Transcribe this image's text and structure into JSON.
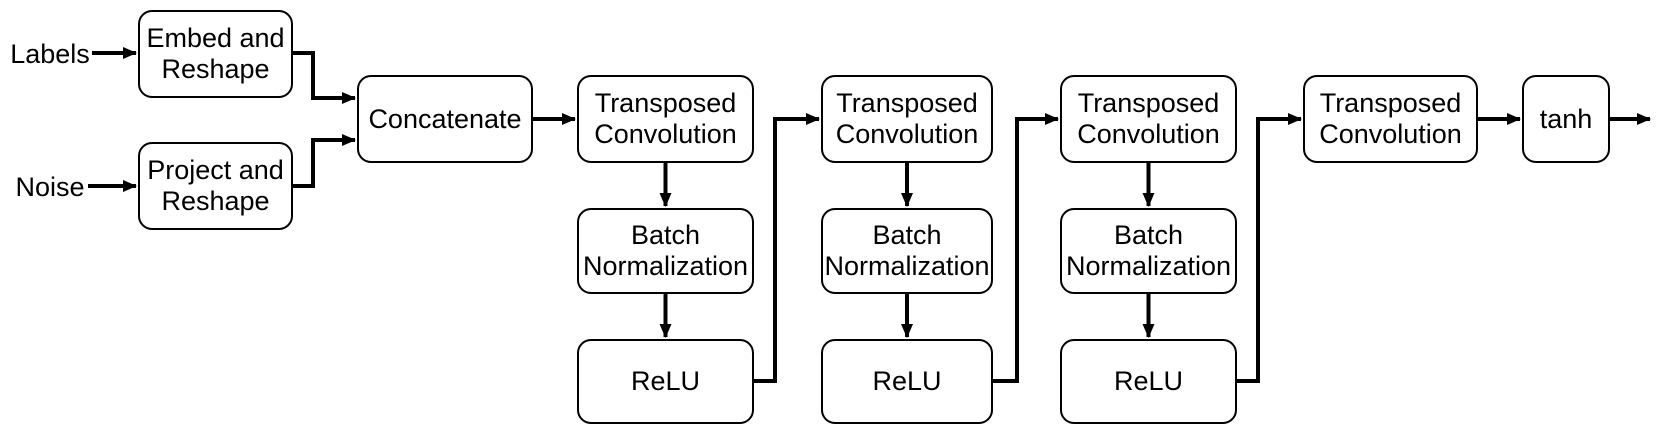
{
  "colors": {
    "background": "#ffffff",
    "stroke": "#000000",
    "text": "#000000",
    "node_fill": "#ffffff"
  },
  "inputs": [
    {
      "id": "labels",
      "label": "Labels"
    },
    {
      "id": "noise",
      "label": "Noise"
    }
  ],
  "nodes": [
    {
      "id": "embed-and-reshape",
      "label": "Embed and Reshape"
    },
    {
      "id": "project-and-reshape",
      "label": "Project and Reshape"
    },
    {
      "id": "concatenate",
      "label": "Concatenate"
    },
    {
      "id": "transposed-convolution-1",
      "label": "Transposed Convolution"
    },
    {
      "id": "batch-normalization-1",
      "label": "Batch Normalization"
    },
    {
      "id": "relu-1",
      "label": "ReLU"
    },
    {
      "id": "transposed-convolution-2",
      "label": "Transposed Convolution"
    },
    {
      "id": "batch-normalization-2",
      "label": "Batch Normalization"
    },
    {
      "id": "relu-2",
      "label": "ReLU"
    },
    {
      "id": "transposed-convolution-3",
      "label": "Transposed Convolution"
    },
    {
      "id": "batch-normalization-3",
      "label": "Batch Normalization"
    },
    {
      "id": "relu-3",
      "label": "ReLU"
    },
    {
      "id": "transposed-convolution-4",
      "label": "Transposed Convolution"
    },
    {
      "id": "tanh",
      "label": "tanh"
    }
  ],
  "edges": [
    {
      "from": "labels",
      "to": "embed-and-reshape"
    },
    {
      "from": "noise",
      "to": "project-and-reshape"
    },
    {
      "from": "embed-and-reshape",
      "to": "concatenate"
    },
    {
      "from": "project-and-reshape",
      "to": "concatenate"
    },
    {
      "from": "concatenate",
      "to": "transposed-convolution-1"
    },
    {
      "from": "transposed-convolution-1",
      "to": "batch-normalization-1"
    },
    {
      "from": "batch-normalization-1",
      "to": "relu-1"
    },
    {
      "from": "relu-1",
      "to": "transposed-convolution-2"
    },
    {
      "from": "transposed-convolution-2",
      "to": "batch-normalization-2"
    },
    {
      "from": "batch-normalization-2",
      "to": "relu-2"
    },
    {
      "from": "relu-2",
      "to": "transposed-convolution-3"
    },
    {
      "from": "transposed-convolution-3",
      "to": "batch-normalization-3"
    },
    {
      "from": "batch-normalization-3",
      "to": "relu-3"
    },
    {
      "from": "relu-3",
      "to": "transposed-convolution-4"
    },
    {
      "from": "transposed-convolution-4",
      "to": "tanh"
    },
    {
      "from": "tanh",
      "to": "output"
    }
  ]
}
